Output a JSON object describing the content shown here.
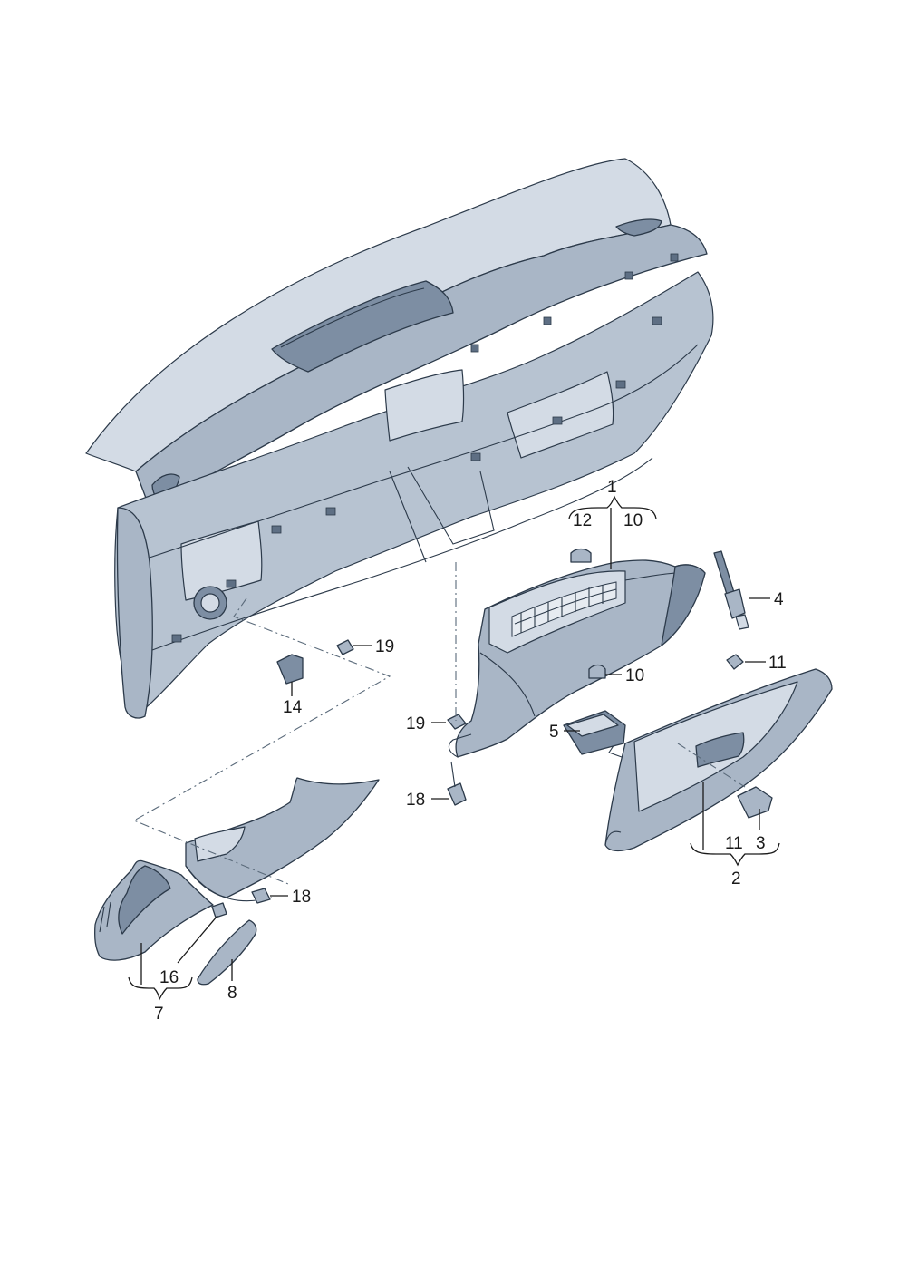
{
  "callouts": {
    "c1": "1",
    "c12": "12",
    "c10a": "10",
    "c4": "4",
    "c11a": "11",
    "c10b": "10",
    "c19a": "19",
    "c14": "14",
    "c19b": "19",
    "c5": "5",
    "c18a": "18",
    "c11b": "11",
    "c3": "3",
    "c2": "2",
    "c18b": "18",
    "c16": "16",
    "c8": "8",
    "c7": "7"
  },
  "colors": {
    "part_fill": "#a9b6c6",
    "part_dark": "#7d8ea3",
    "part_light": "#d3dbe5",
    "outline": "#2c3a4a"
  }
}
